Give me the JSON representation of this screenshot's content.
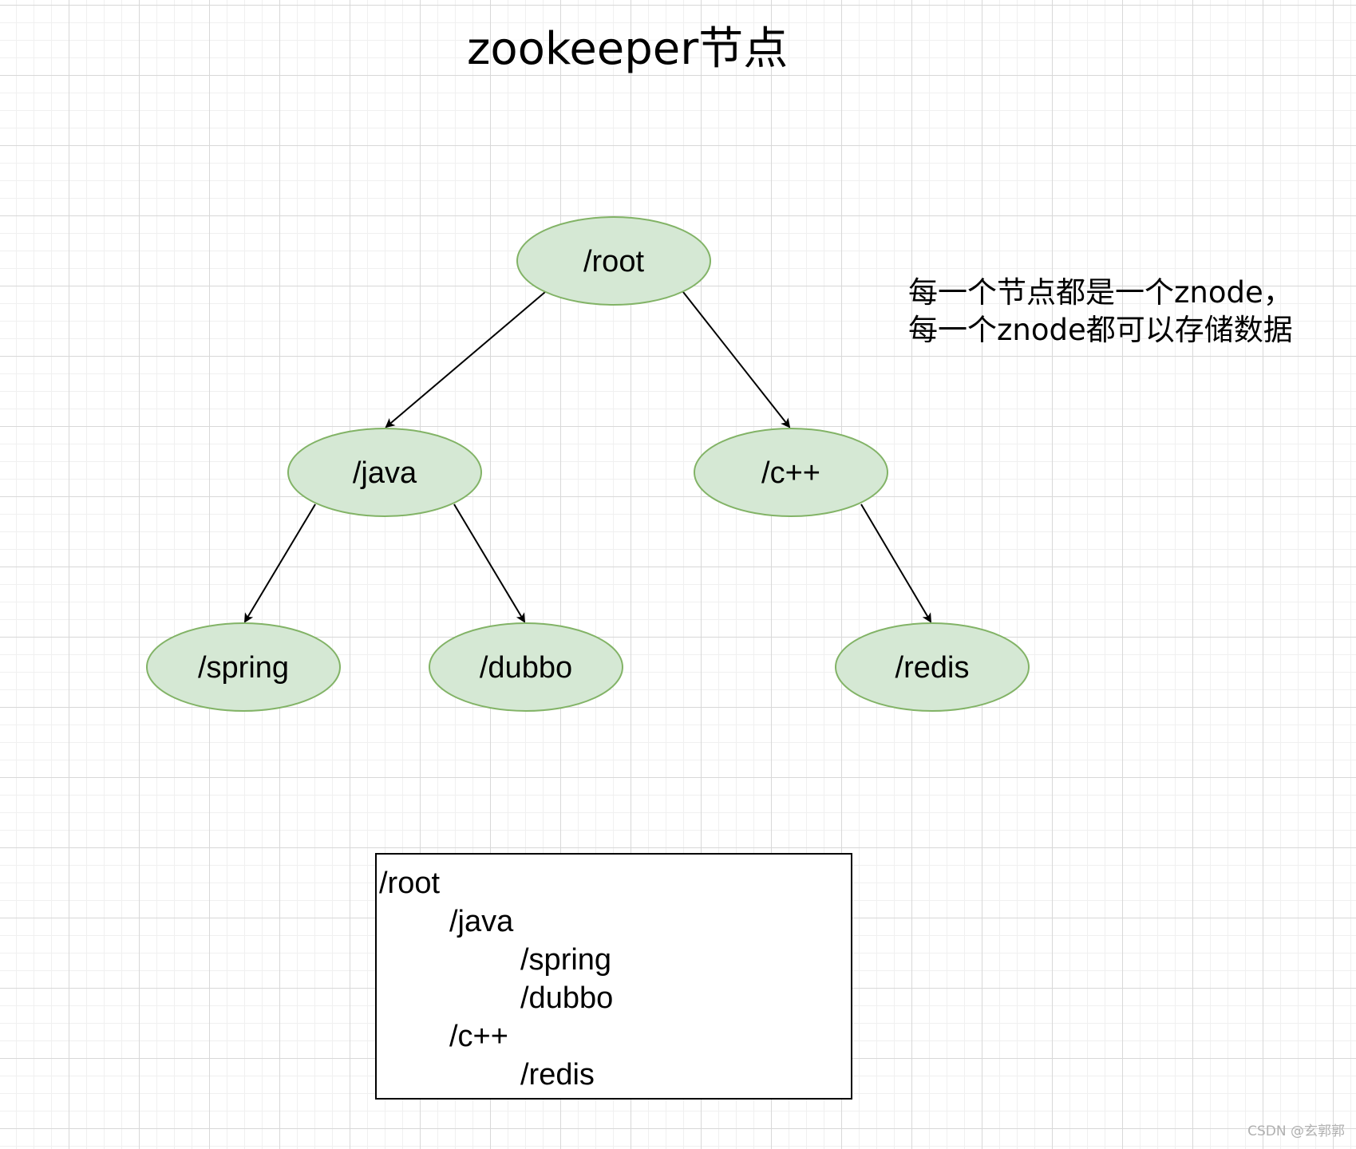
{
  "title": "zookeeper节点",
  "note": {
    "line1": "每一个节点都是一个znode，",
    "line2": "每一个znode都可以存储数据"
  },
  "nodes": {
    "root": "/root",
    "java": "/java",
    "cpp": "/c++",
    "spring": "/spring",
    "dubbo": "/dubbo",
    "redis": "/redis"
  },
  "outline": {
    "lines": [
      "/root",
      "/java",
      "/spring",
      "/dubbo",
      "/c++",
      "/redis"
    ]
  },
  "watermark": "CSDN @玄郭郭",
  "colors": {
    "node_fill": "#d5e8d4",
    "node_stroke": "#82b366"
  }
}
